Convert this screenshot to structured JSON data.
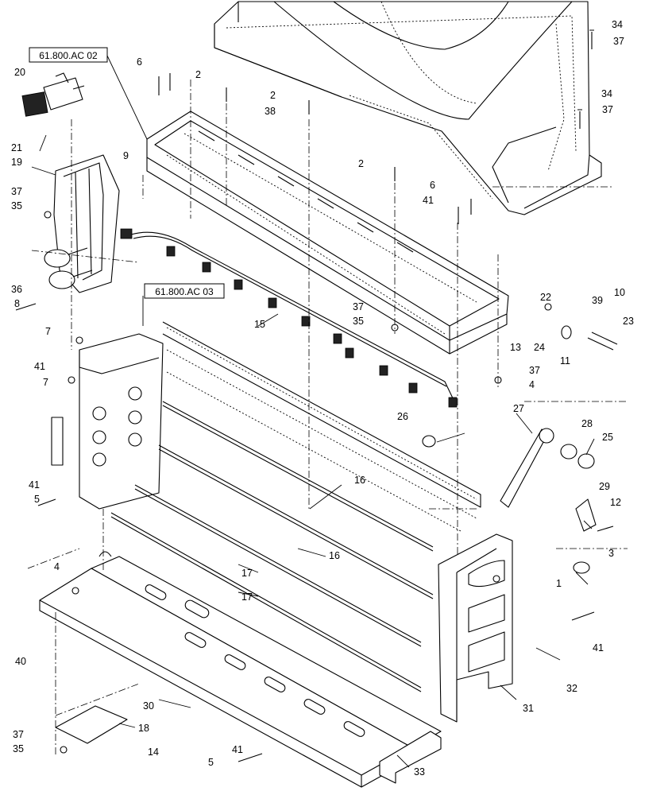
{
  "references": [
    {
      "id": "ref-ac02",
      "text": "61.800.AC 02"
    },
    {
      "id": "ref-ac03",
      "text": "61.800.AC 03"
    }
  ],
  "callouts": [
    {
      "id": "c34a",
      "text": "34"
    },
    {
      "id": "c37a",
      "text": "37"
    },
    {
      "id": "c34b",
      "text": "34"
    },
    {
      "id": "c37b",
      "text": "37"
    },
    {
      "id": "c6a",
      "text": "6"
    },
    {
      "id": "c2a",
      "text": "2"
    },
    {
      "id": "c2b",
      "text": "2"
    },
    {
      "id": "c38",
      "text": "38"
    },
    {
      "id": "c20",
      "text": "20"
    },
    {
      "id": "c21",
      "text": "21"
    },
    {
      "id": "c9",
      "text": "9"
    },
    {
      "id": "c19",
      "text": "19"
    },
    {
      "id": "c37c",
      "text": "37"
    },
    {
      "id": "c35a",
      "text": "35"
    },
    {
      "id": "c2c",
      "text": "2"
    },
    {
      "id": "c6b",
      "text": "6"
    },
    {
      "id": "c41a",
      "text": "41"
    },
    {
      "id": "c36",
      "text": "36"
    },
    {
      "id": "c8",
      "text": "8"
    },
    {
      "id": "c15",
      "text": "15"
    },
    {
      "id": "c37d",
      "text": "37"
    },
    {
      "id": "c35b",
      "text": "35"
    },
    {
      "id": "c22",
      "text": "22"
    },
    {
      "id": "c39",
      "text": "39"
    },
    {
      "id": "c10",
      "text": "10"
    },
    {
      "id": "c23",
      "text": "23"
    },
    {
      "id": "c13",
      "text": "13"
    },
    {
      "id": "c24",
      "text": "24"
    },
    {
      "id": "c11",
      "text": "11"
    },
    {
      "id": "c7a",
      "text": "7"
    },
    {
      "id": "c41b",
      "text": "41"
    },
    {
      "id": "c7b",
      "text": "7"
    },
    {
      "id": "c37e",
      "text": "37"
    },
    {
      "id": "c4a",
      "text": "4"
    },
    {
      "id": "c27",
      "text": "27"
    },
    {
      "id": "c28",
      "text": "28"
    },
    {
      "id": "c26",
      "text": "26"
    },
    {
      "id": "c25",
      "text": "25"
    },
    {
      "id": "c16a",
      "text": "16"
    },
    {
      "id": "c41c",
      "text": "41"
    },
    {
      "id": "c5a",
      "text": "5"
    },
    {
      "id": "c29",
      "text": "29"
    },
    {
      "id": "c12",
      "text": "12"
    },
    {
      "id": "c16b",
      "text": "16"
    },
    {
      "id": "c3",
      "text": "3"
    },
    {
      "id": "c4b",
      "text": "4"
    },
    {
      "id": "c17a",
      "text": "17"
    },
    {
      "id": "c1",
      "text": "1"
    },
    {
      "id": "c17b",
      "text": "17"
    },
    {
      "id": "c41d",
      "text": "41"
    },
    {
      "id": "c40",
      "text": "40"
    },
    {
      "id": "c32",
      "text": "32"
    },
    {
      "id": "c30",
      "text": "30"
    },
    {
      "id": "c31",
      "text": "31"
    },
    {
      "id": "c18",
      "text": "18"
    },
    {
      "id": "c37f",
      "text": "37"
    },
    {
      "id": "c35c",
      "text": "35"
    },
    {
      "id": "c14",
      "text": "14"
    },
    {
      "id": "c41e",
      "text": "41"
    },
    {
      "id": "c5b",
      "text": "5"
    },
    {
      "id": "c33",
      "text": "33"
    }
  ]
}
